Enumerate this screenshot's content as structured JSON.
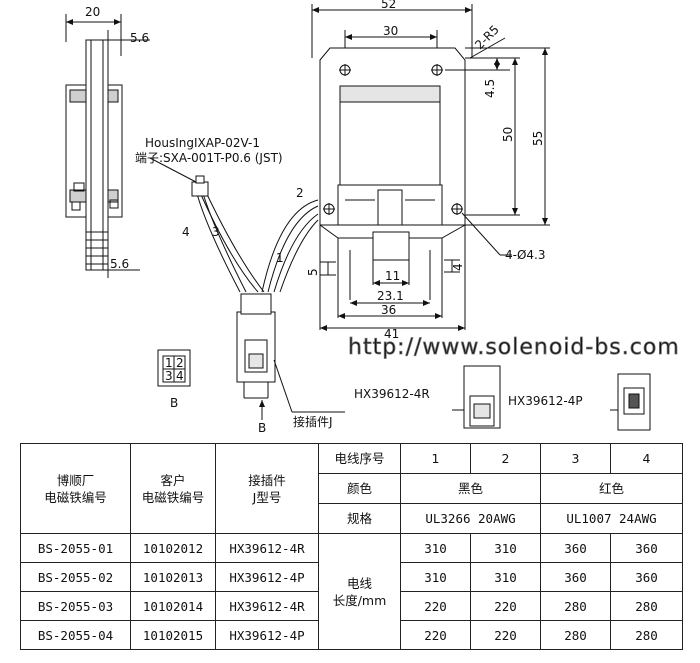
{
  "dimensions": {
    "side_width": "20",
    "side_offset_top": "5.6",
    "side_offset_bottom": "5.6",
    "front_width": "52",
    "hole_spacing": "30",
    "corner_radius": "2-R5",
    "hole_offset": "4.5",
    "inner_height": "50",
    "total_height": "55",
    "left_edge": "5",
    "right_edge": "4",
    "plunger_width": "11",
    "slot_width": "23.1",
    "base_width": "36",
    "bottom_width": "41",
    "holes": "4-Ø4.3"
  },
  "labels": {
    "housing": "HousIngIXAP-02V-1",
    "terminal": "端子:SXA-001T-P0.6 (JST)",
    "wire_1": "1",
    "wire_2": "2",
    "wire_3": "3",
    "wire_4": "4",
    "pin_grid": [
      "1",
      "2",
      "3",
      "4"
    ],
    "view_b": "B",
    "arrow_b": "B",
    "connector_j": "接插件J",
    "connector_4r": "HX39612-4R",
    "connector_4p": "HX39612-4P",
    "watermark": "http://www.solenoid-bs.com"
  },
  "table": {
    "h_col1": [
      "博顺厂",
      "电磁铁编号"
    ],
    "h_col2": [
      "客户",
      "电磁铁编号"
    ],
    "h_col3": [
      "接插件",
      "J型号"
    ],
    "wire_no_label": "电线序号",
    "wire_nos": [
      "1",
      "2",
      "3",
      "4"
    ],
    "color_label": "颜色",
    "color_black": "黑色",
    "color_red": "红色",
    "spec_label": "规格",
    "spec_black": "UL3266  20AWG",
    "spec_red": "UL1007  24AWG",
    "length_label": [
      "电线",
      "长度/mm"
    ],
    "rows": [
      {
        "model": "BS-2055-01",
        "customer": "10102012",
        "conn": "HX39612-4R",
        "l1": "310",
        "l2": "310",
        "l3": "360",
        "l4": "360"
      },
      {
        "model": "BS-2055-02",
        "customer": "10102013",
        "conn": "HX39612-4P",
        "l1": "310",
        "l2": "310",
        "l3": "360",
        "l4": "360"
      },
      {
        "model": "BS-2055-03",
        "customer": "10102014",
        "conn": "HX39612-4R",
        "l1": "220",
        "l2": "220",
        "l3": "280",
        "l4": "280"
      },
      {
        "model": "BS-2055-04",
        "customer": "10102015",
        "conn": "HX39612-4P",
        "l1": "220",
        "l2": "220",
        "l3": "280",
        "l4": "280"
      }
    ]
  }
}
